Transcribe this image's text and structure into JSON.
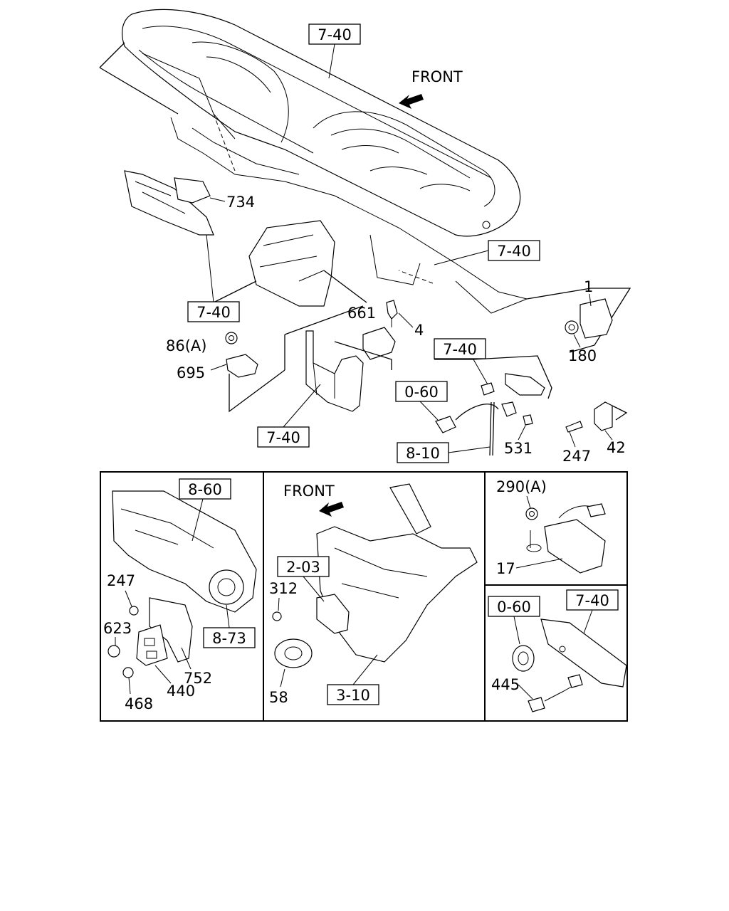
{
  "diagram": {
    "front_labels": [
      "FRONT",
      "FRONT"
    ],
    "part_numbers": {
      "p734": "734",
      "p1": "1",
      "p180": "180",
      "p661": "661",
      "p4": "4",
      "p86a": "86(A)",
      "p695": "695",
      "p531": "531",
      "p247": "247",
      "p42": "42",
      "p247b": "247",
      "p623": "623",
      "p752": "752",
      "p440": "440",
      "p468": "468",
      "p312": "312",
      "p58": "58",
      "p290a": "290(A)",
      "p17": "17",
      "p445": "445"
    },
    "references": {
      "r740a": "7-40",
      "r740b": "7-40",
      "r740c": "7-40",
      "r740d": "7-40",
      "r740e": "7-40",
      "r060a": "0-60",
      "r810": "8-10",
      "r860": "8-60",
      "r873": "8-73",
      "r203": "2-03",
      "r310": "3-10",
      "r060b": "0-60",
      "r740f": "7-40"
    }
  }
}
